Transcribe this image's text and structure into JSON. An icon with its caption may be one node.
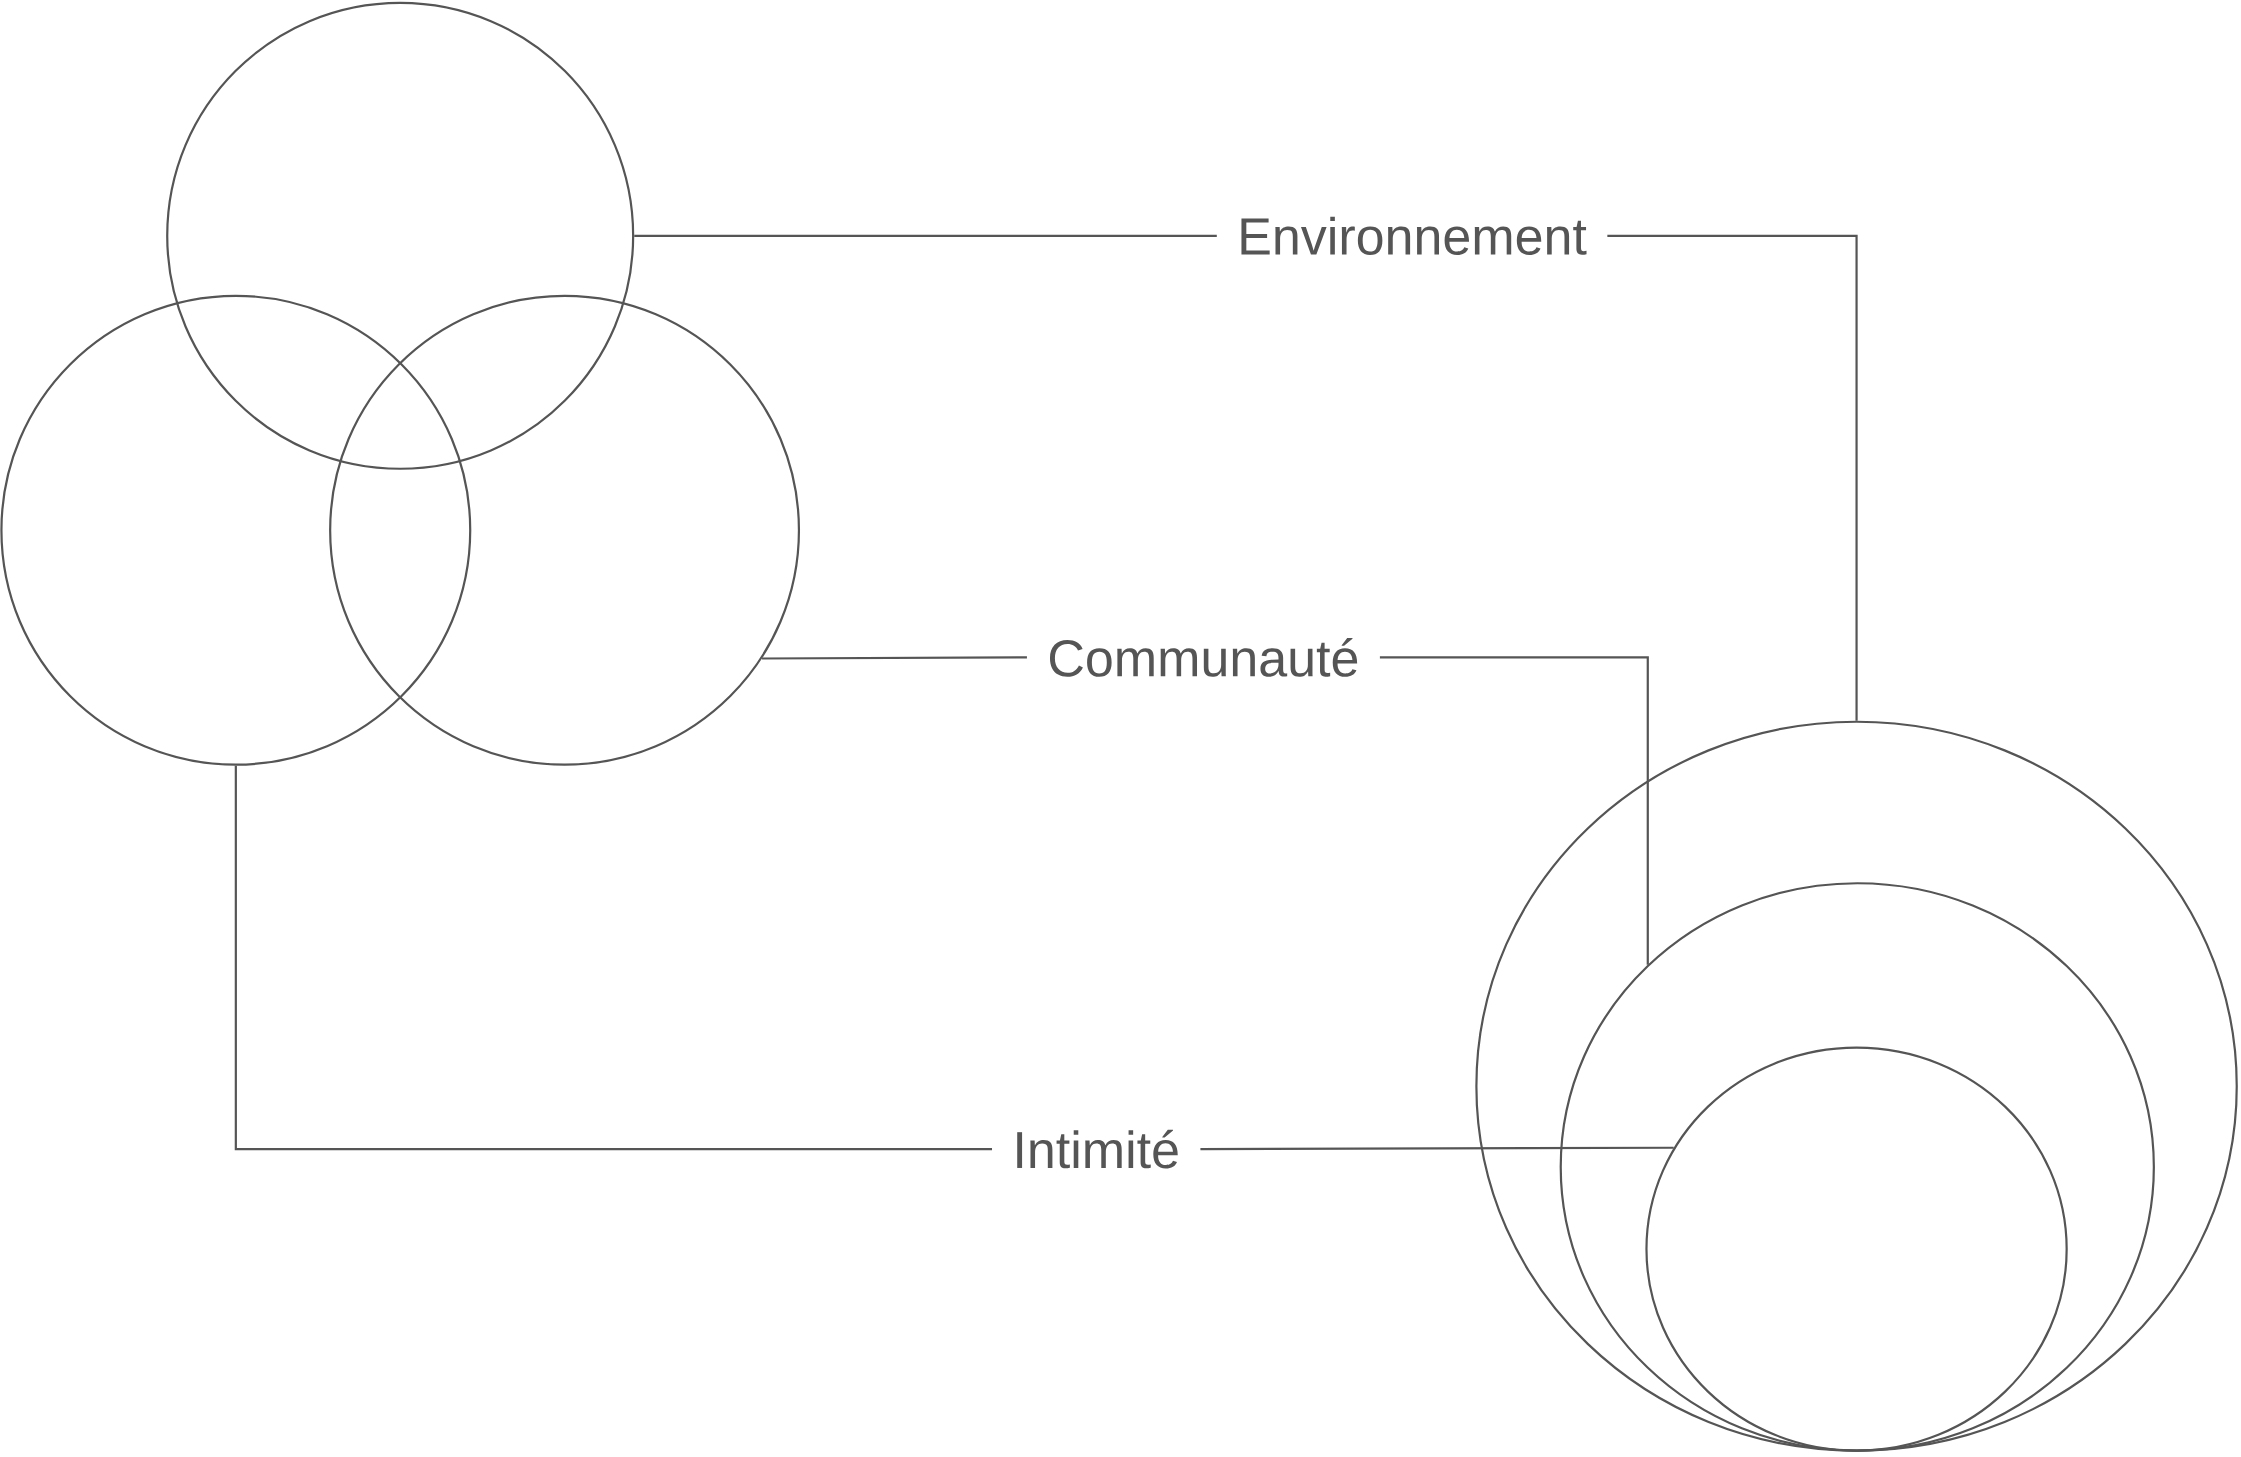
{
  "diagram": {
    "nodes": [
      {
        "text": [],
        "shape": "circle"
      },
      {
        "text": [],
        "shape": "circle"
      },
      {
        "text": [],
        "shape": "circle"
      },
      {
        "text": [
          "Environnement"
        ]
      },
      {
        "text": [
          "Communauté"
        ]
      },
      {
        "text": [
          "Intimité"
        ]
      },
      {
        "text": [],
        "shape": "circle"
      },
      {
        "text": [],
        "shape": "circle",
        "in": 6
      },
      {
        "text": [],
        "shape": "circle",
        "in": 7
      }
    ],
    "edges": [
      {
        "from": 0,
        "to": 3,
        "arrow": "none"
      },
      {
        "from": 3,
        "to": 6,
        "arrow": "none"
      },
      {
        "from": 2,
        "to": 4,
        "arrow": "none"
      },
      {
        "from": 4,
        "to": 7,
        "arrow": "none"
      },
      {
        "from": 1,
        "to": 5,
        "arrow": "none"
      },
      {
        "from": 5,
        "to": 8,
        "arrow": "none"
      }
    ]
  }
}
